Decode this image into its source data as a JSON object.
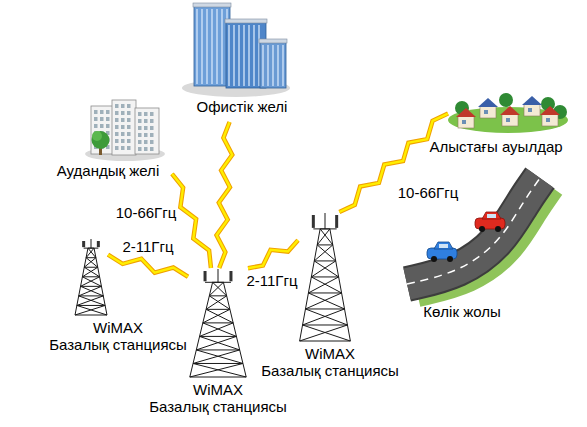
{
  "diagram": {
    "nodes": [
      {
        "text": [
          "Аудандық желі"
        ]
      },
      {
        "text": [
          "Офистік желі"
        ]
      },
      {
        "text": [
          "Алыстағы ауылдар"
        ]
      },
      {
        "text": [
          "WiMAX Базалық станциясы"
        ]
      },
      {
        "text": [
          "WiMAX Базалық станциясы"
        ]
      },
      {
        "text": [
          "WiMAX Базалық станциясы"
        ]
      },
      {
        "text": [
          "Көлік жолы"
        ]
      }
    ],
    "edges": [
      {
        "from": 4,
        "to": 0,
        "label": "10-66Ггц",
        "arrow": "none"
      },
      {
        "from": 4,
        "to": 1,
        "arrow": "none"
      },
      {
        "from": 4,
        "to": 3,
        "label": "2-11Ггц",
        "arrow": "none"
      },
      {
        "from": 4,
        "to": 5,
        "label": "2-11Ггц",
        "arrow": "none"
      },
      {
        "from": 5,
        "to": 2,
        "label": "10-66Ггц",
        "arrow": "none"
      }
    ]
  }
}
